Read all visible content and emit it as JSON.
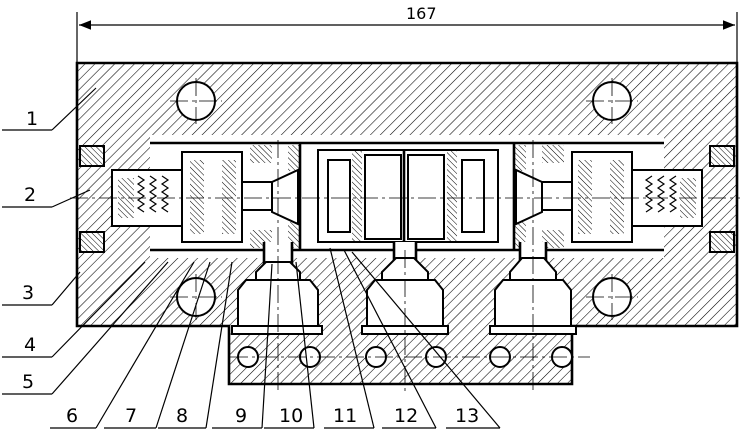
{
  "dimension": {
    "overall_length": "167"
  },
  "labels": [
    {
      "id": "1",
      "text": "1"
    },
    {
      "id": "2",
      "text": "2"
    },
    {
      "id": "3",
      "text": "3"
    },
    {
      "id": "4",
      "text": "4"
    },
    {
      "id": "5",
      "text": "5"
    },
    {
      "id": "6",
      "text": "6"
    },
    {
      "id": "7",
      "text": "7"
    },
    {
      "id": "8",
      "text": "8"
    },
    {
      "id": "9",
      "text": "9"
    },
    {
      "id": "10",
      "text": "10"
    },
    {
      "id": "11",
      "text": "11"
    },
    {
      "id": "12",
      "text": "12"
    },
    {
      "id": "13",
      "text": "13"
    }
  ]
}
